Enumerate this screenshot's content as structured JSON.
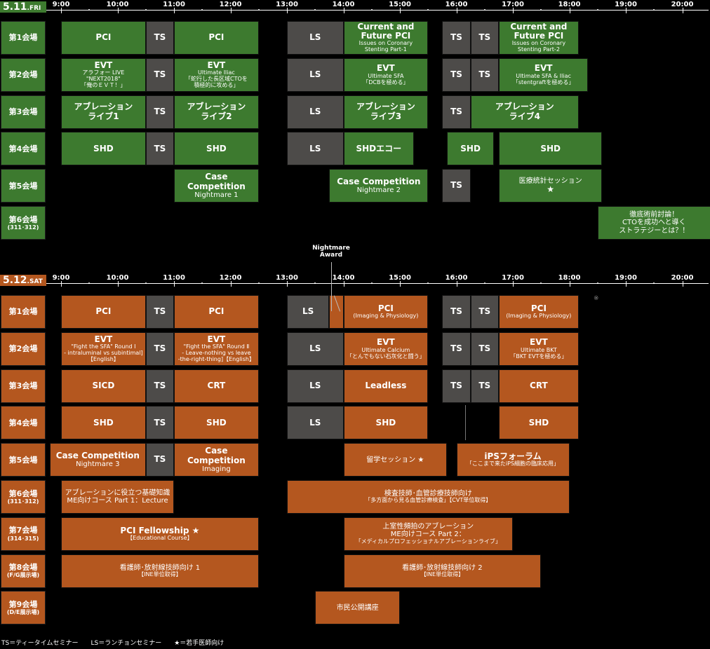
{
  "day1": {
    "date_num": "5.11",
    "date_dow": ".FRI",
    "color": "#3d7a2f",
    "rooms": [
      {
        "name": "第1会場",
        "sub": ""
      },
      {
        "name": "第2会場",
        "sub": ""
      },
      {
        "name": "第3会場",
        "sub": ""
      },
      {
        "name": "第4会場",
        "sub": ""
      },
      {
        "name": "第5会場",
        "sub": ""
      },
      {
        "name": "第6会場",
        "sub": "(311･312)"
      }
    ]
  },
  "day2": {
    "date_num": "5.12",
    "date_dow": ".SAT",
    "color": "#b4571f",
    "rooms": [
      {
        "name": "第1会場",
        "sub": ""
      },
      {
        "name": "第2会場",
        "sub": ""
      },
      {
        "name": "第3会場",
        "sub": ""
      },
      {
        "name": "第4会場",
        "sub": ""
      },
      {
        "name": "第5会場",
        "sub": ""
      },
      {
        "name": "第6会場",
        "sub": "(311･312)"
      },
      {
        "name": "第7会場",
        "sub": "(314･315)"
      },
      {
        "name": "第8会場",
        "sub": "(F/G展示場)"
      },
      {
        "name": "第9会場",
        "sub": "(D/E展示場)"
      }
    ]
  },
  "times": [
    "9:00",
    "10:00",
    "11:00",
    "12:00",
    "13:00",
    "14:00",
    "15:00",
    "16:00",
    "17:00",
    "18:00",
    "19:00",
    "20:00"
  ],
  "nightmare_award": [
    "Nightmare",
    "Award"
  ],
  "note_mark": "※",
  "legend": "TS＝ティータイムセミナー　　LS＝ランチョンセミナー　　★＝若手医師向け",
  "blocks": [
    {
      "day": 1,
      "row": 1,
      "start": "9:00",
      "end": "10:30",
      "kind": "g",
      "lines": [
        [
          "t",
          "PCI"
        ]
      ]
    },
    {
      "day": 1,
      "row": 1,
      "start": "10:30",
      "end": "11:00",
      "kind": "ts",
      "lines": [
        [
          "t",
          "TS"
        ]
      ]
    },
    {
      "day": 1,
      "row": 1,
      "start": "11:00",
      "end": "12:30",
      "kind": "g",
      "lines": [
        [
          "t",
          "PCI"
        ]
      ]
    },
    {
      "day": 1,
      "row": 1,
      "start": "13:00",
      "end": "14:00",
      "kind": "ts",
      "lines": [
        [
          "t",
          "LS"
        ]
      ]
    },
    {
      "day": 1,
      "row": 1,
      "start": "14:00",
      "end": "15:30",
      "kind": "g",
      "lines": [
        [
          "t",
          "Current and"
        ],
        [
          "t",
          "Future PCI"
        ],
        [
          "s",
          "Issues on Coronary"
        ],
        [
          "s",
          "Stenting Part-1"
        ]
      ]
    },
    {
      "day": 1,
      "row": 1,
      "start": "15:45",
      "end": "16:15",
      "kind": "ts",
      "lines": [
        [
          "t",
          "TS"
        ]
      ]
    },
    {
      "day": 1,
      "row": 1,
      "start": "16:15",
      "end": "16:45",
      "kind": "ts",
      "lines": [
        [
          "t",
          "TS"
        ]
      ]
    },
    {
      "day": 1,
      "row": 1,
      "start": "16:45",
      "end": "18:10",
      "kind": "g",
      "lines": [
        [
          "t",
          "Current and"
        ],
        [
          "t",
          "Future PCI"
        ],
        [
          "s",
          "Issues on Coronary"
        ],
        [
          "s",
          "Stenting Part-2"
        ]
      ]
    },
    {
      "day": 1,
      "row": 2,
      "start": "9:00",
      "end": "10:30",
      "kind": "g",
      "lines": [
        [
          "t",
          "EVT"
        ],
        [
          "s",
          "アラフォー LIVE"
        ],
        [
          "s",
          "\"NEXT2018\""
        ],
        [
          "s",
          "「俺のＥＶＴ！」"
        ]
      ]
    },
    {
      "day": 1,
      "row": 2,
      "start": "10:30",
      "end": "11:00",
      "kind": "ts",
      "lines": [
        [
          "t",
          "TS"
        ]
      ]
    },
    {
      "day": 1,
      "row": 2,
      "start": "11:00",
      "end": "12:30",
      "kind": "g",
      "lines": [
        [
          "t",
          "EVT"
        ],
        [
          "s",
          "Ultimate Iliac"
        ],
        [
          "s",
          "「蛇行した長区域CTOを"
        ],
        [
          "s",
          "積極的に攻める」"
        ]
      ]
    },
    {
      "day": 1,
      "row": 2,
      "start": "13:00",
      "end": "14:00",
      "kind": "ts",
      "lines": [
        [
          "t",
          "LS"
        ]
      ]
    },
    {
      "day": 1,
      "row": 2,
      "start": "14:00",
      "end": "15:30",
      "kind": "g",
      "lines": [
        [
          "t",
          "EVT"
        ],
        [
          "s",
          "Ultimate SFA"
        ],
        [
          "s",
          "「DCBを極める」"
        ]
      ]
    },
    {
      "day": 1,
      "row": 2,
      "start": "15:45",
      "end": "16:15",
      "kind": "ts",
      "lines": [
        [
          "t",
          "TS"
        ]
      ]
    },
    {
      "day": 1,
      "row": 2,
      "start": "16:15",
      "end": "16:45",
      "kind": "ts",
      "lines": [
        [
          "t",
          "TS"
        ]
      ]
    },
    {
      "day": 1,
      "row": 2,
      "start": "16:45",
      "end": "18:20",
      "kind": "g",
      "lines": [
        [
          "t",
          "EVT"
        ],
        [
          "s",
          "Ultimate SFA & Iliac"
        ],
        [
          "s",
          "「stentgraftを極める」"
        ]
      ]
    },
    {
      "day": 1,
      "row": 3,
      "start": "9:00",
      "end": "10:30",
      "kind": "g",
      "lines": [
        [
          "t",
          "アブレーション"
        ],
        [
          "t",
          "ライブ1"
        ]
      ]
    },
    {
      "day": 1,
      "row": 3,
      "start": "10:30",
      "end": "11:00",
      "kind": "ts",
      "lines": [
        [
          "t",
          "TS"
        ]
      ]
    },
    {
      "day": 1,
      "row": 3,
      "start": "11:00",
      "end": "12:30",
      "kind": "g",
      "lines": [
        [
          "t",
          "アブレーション"
        ],
        [
          "t",
          "ライブ2"
        ]
      ]
    },
    {
      "day": 1,
      "row": 3,
      "start": "13:00",
      "end": "14:00",
      "kind": "ts",
      "lines": [
        [
          "t",
          "LS"
        ]
      ]
    },
    {
      "day": 1,
      "row": 3,
      "start": "14:00",
      "end": "15:30",
      "kind": "g",
      "lines": [
        [
          "t",
          "アブレーション"
        ],
        [
          "t",
          "ライブ3"
        ]
      ]
    },
    {
      "day": 1,
      "row": 3,
      "start": "15:45",
      "end": "16:15",
      "kind": "ts",
      "lines": [
        [
          "t",
          "TS"
        ]
      ]
    },
    {
      "day": 1,
      "row": 3,
      "start": "16:15",
      "end": "18:10",
      "kind": "g",
      "lines": [
        [
          "t",
          "アブレーション"
        ],
        [
          "t",
          "ライブ4"
        ]
      ]
    },
    {
      "day": 1,
      "row": 4,
      "start": "9:00",
      "end": "10:30",
      "kind": "g",
      "lines": [
        [
          "t",
          "SHD"
        ]
      ]
    },
    {
      "day": 1,
      "row": 4,
      "start": "10:30",
      "end": "11:00",
      "kind": "ts",
      "lines": [
        [
          "t",
          "TS"
        ]
      ]
    },
    {
      "day": 1,
      "row": 4,
      "start": "11:00",
      "end": "12:30",
      "kind": "g",
      "lines": [
        [
          "t",
          "SHD"
        ]
      ]
    },
    {
      "day": 1,
      "row": 4,
      "start": "13:00",
      "end": "14:00",
      "kind": "ts",
      "lines": [
        [
          "t",
          "LS"
        ]
      ]
    },
    {
      "day": 1,
      "row": 4,
      "start": "14:00",
      "end": "15:15",
      "kind": "g",
      "lines": [
        [
          "t",
          "SHDエコー"
        ]
      ]
    },
    {
      "day": 1,
      "row": 4,
      "start": "15:50",
      "end": "16:40",
      "kind": "g",
      "lines": [
        [
          "t",
          "SHD"
        ]
      ]
    },
    {
      "day": 1,
      "row": 4,
      "start": "16:45",
      "end": "18:35",
      "kind": "g",
      "lines": [
        [
          "t",
          "SHD"
        ]
      ]
    },
    {
      "day": 1,
      "row": 5,
      "start": "11:00",
      "end": "12:30",
      "kind": "g",
      "lines": [
        [
          "t",
          "Case Competition"
        ],
        [
          "m",
          "Nightmare 1"
        ]
      ]
    },
    {
      "day": 1,
      "row": 5,
      "start": "13:45",
      "end": "15:30",
      "kind": "g",
      "lines": [
        [
          "t",
          "Case Competition"
        ],
        [
          "m",
          "Nightmare 2"
        ]
      ]
    },
    {
      "day": 1,
      "row": 5,
      "start": "15:45",
      "end": "16:15",
      "kind": "ts",
      "lines": [
        [
          "t",
          "TS"
        ]
      ]
    },
    {
      "day": 1,
      "row": 5,
      "start": "16:45",
      "end": "18:35",
      "kind": "g",
      "lines": [
        [
          "m",
          "医療統計セッション"
        ],
        [
          "t",
          "★"
        ]
      ]
    },
    {
      "day": 1,
      "row": 6,
      "start": "18:30",
      "end": "20:30",
      "kind": "g",
      "lines": [
        [
          "m",
          "徹底術前討論！"
        ],
        [
          "m",
          "CTOを成功へと導く"
        ],
        [
          "m",
          "ストラテジーとは？！"
        ]
      ]
    },
    {
      "day": 2,
      "row": 1,
      "start": "9:00",
      "end": "10:30",
      "kind": "o",
      "lines": [
        [
          "t",
          "PCI"
        ]
      ]
    },
    {
      "day": 2,
      "row": 1,
      "start": "10:30",
      "end": "11:00",
      "kind": "ts",
      "lines": [
        [
          "t",
          "TS"
        ]
      ]
    },
    {
      "day": 2,
      "row": 1,
      "start": "11:00",
      "end": "12:30",
      "kind": "o",
      "lines": [
        [
          "t",
          "PCI"
        ]
      ]
    },
    {
      "day": 2,
      "row": 1,
      "start": "13:00",
      "end": "13:45",
      "kind": "ts",
      "lines": [
        [
          "t",
          "LS"
        ]
      ]
    },
    {
      "day": 2,
      "row": 1,
      "start": "13:45",
      "end": "14:00",
      "kind": "o",
      "lines": []
    },
    {
      "day": 2,
      "row": 1,
      "start": "14:00",
      "end": "15:30",
      "kind": "o",
      "lines": [
        [
          "t",
          "PCI"
        ],
        [
          "s",
          "(Imaging & Physiology)"
        ]
      ]
    },
    {
      "day": 2,
      "row": 1,
      "start": "15:45",
      "end": "16:15",
      "kind": "ts",
      "lines": [
        [
          "t",
          "TS"
        ]
      ]
    },
    {
      "day": 2,
      "row": 1,
      "start": "16:15",
      "end": "16:45",
      "kind": "ts",
      "lines": [
        [
          "t",
          "TS"
        ]
      ]
    },
    {
      "day": 2,
      "row": 1,
      "start": "16:45",
      "end": "18:10",
      "kind": "o",
      "lines": [
        [
          "t",
          "PCI"
        ],
        [
          "s",
          "(Imaging & Physiology)"
        ]
      ]
    },
    {
      "day": 2,
      "row": 2,
      "start": "9:00",
      "end": "10:30",
      "kind": "o",
      "lines": [
        [
          "t",
          "EVT"
        ],
        [
          "s",
          "\"Fight the SFA\" Round Ⅰ"
        ],
        [
          "s",
          "- intraluminal vs subintimal]"
        ],
        [
          "s",
          "【English】"
        ]
      ]
    },
    {
      "day": 2,
      "row": 2,
      "start": "10:30",
      "end": "11:00",
      "kind": "ts",
      "lines": [
        [
          "t",
          "TS"
        ]
      ]
    },
    {
      "day": 2,
      "row": 2,
      "start": "11:00",
      "end": "12:30",
      "kind": "o",
      "lines": [
        [
          "t",
          "EVT"
        ],
        [
          "s",
          "\"Fight the SFA\" Round Ⅱ"
        ],
        [
          "s",
          "- Leave-nothing vs leave"
        ],
        [
          "s",
          "-the-right-thing]【English】"
        ]
      ]
    },
    {
      "day": 2,
      "row": 2,
      "start": "13:00",
      "end": "14:00",
      "kind": "ts",
      "lines": [
        [
          "t",
          "LS"
        ]
      ]
    },
    {
      "day": 2,
      "row": 2,
      "start": "14:00",
      "end": "15:30",
      "kind": "o",
      "lines": [
        [
          "t",
          "EVT"
        ],
        [
          "s",
          "Ultimate Calcium"
        ],
        [
          "s",
          "「とんでもない石灰化と闘う」"
        ]
      ]
    },
    {
      "day": 2,
      "row": 2,
      "start": "15:45",
      "end": "16:15",
      "kind": "ts",
      "lines": [
        [
          "t",
          "TS"
        ]
      ]
    },
    {
      "day": 2,
      "row": 2,
      "start": "16:15",
      "end": "16:45",
      "kind": "ts",
      "lines": [
        [
          "t",
          "TS"
        ]
      ]
    },
    {
      "day": 2,
      "row": 2,
      "start": "16:45",
      "end": "18:10",
      "kind": "o",
      "lines": [
        [
          "t",
          "EVT"
        ],
        [
          "s",
          "Ultimate BKT"
        ],
        [
          "s",
          "「BKT EVTを極める」"
        ]
      ]
    },
    {
      "day": 2,
      "row": 3,
      "start": "9:00",
      "end": "10:30",
      "kind": "o",
      "lines": [
        [
          "t",
          "SICD"
        ]
      ]
    },
    {
      "day": 2,
      "row": 3,
      "start": "10:30",
      "end": "11:00",
      "kind": "ts",
      "lines": [
        [
          "t",
          "TS"
        ]
      ]
    },
    {
      "day": 2,
      "row": 3,
      "start": "11:00",
      "end": "12:30",
      "kind": "o",
      "lines": [
        [
          "t",
          "CRT"
        ]
      ]
    },
    {
      "day": 2,
      "row": 3,
      "start": "13:00",
      "end": "14:00",
      "kind": "ts",
      "lines": [
        [
          "t",
          "LS"
        ]
      ]
    },
    {
      "day": 2,
      "row": 3,
      "start": "14:00",
      "end": "15:30",
      "kind": "o",
      "lines": [
        [
          "t",
          "Leadless"
        ]
      ]
    },
    {
      "day": 2,
      "row": 3,
      "start": "15:45",
      "end": "16:15",
      "kind": "ts",
      "lines": [
        [
          "t",
          "TS"
        ]
      ]
    },
    {
      "day": 2,
      "row": 3,
      "start": "16:15",
      "end": "16:45",
      "kind": "ts",
      "lines": [
        [
          "t",
          "TS"
        ]
      ]
    },
    {
      "day": 2,
      "row": 3,
      "start": "16:45",
      "end": "18:10",
      "kind": "o",
      "lines": [
        [
          "t",
          "CRT"
        ]
      ]
    },
    {
      "day": 2,
      "row": 4,
      "start": "9:00",
      "end": "10:30",
      "kind": "o",
      "lines": [
        [
          "t",
          "SHD"
        ]
      ]
    },
    {
      "day": 2,
      "row": 4,
      "start": "10:30",
      "end": "11:00",
      "kind": "ts",
      "lines": [
        [
          "t",
          "TS"
        ]
      ]
    },
    {
      "day": 2,
      "row": 4,
      "start": "11:00",
      "end": "12:30",
      "kind": "o",
      "lines": [
        [
          "t",
          "SHD"
        ]
      ]
    },
    {
      "day": 2,
      "row": 4,
      "start": "13:00",
      "end": "14:00",
      "kind": "ts",
      "lines": [
        [
          "t",
          "LS"
        ]
      ]
    },
    {
      "day": 2,
      "row": 4,
      "start": "14:00",
      "end": "15:30",
      "kind": "o",
      "lines": [
        [
          "t",
          "SHD"
        ]
      ]
    },
    {
      "day": 2,
      "row": 4,
      "start": "16:45",
      "end": "18:10",
      "kind": "o",
      "lines": [
        [
          "t",
          "SHD"
        ]
      ]
    },
    {
      "day": 2,
      "row": 5,
      "start": "8:48",
      "end": "10:30",
      "kind": "o",
      "lines": [
        [
          "t",
          "Case Competition"
        ],
        [
          "m",
          "Nightmare 3"
        ]
      ]
    },
    {
      "day": 2,
      "row": 5,
      "start": "10:30",
      "end": "11:00",
      "kind": "ts",
      "lines": [
        [
          "t",
          "TS"
        ]
      ]
    },
    {
      "day": 2,
      "row": 5,
      "start": "11:00",
      "end": "12:30",
      "kind": "o",
      "lines": [
        [
          "t",
          "Case Competition"
        ],
        [
          "m",
          "Imaging"
        ]
      ]
    },
    {
      "day": 2,
      "row": 5,
      "start": "14:00",
      "end": "15:50",
      "kind": "o",
      "lines": [
        [
          "m",
          "留学セッション ★"
        ]
      ]
    },
    {
      "day": 2,
      "row": 5,
      "start": "16:00",
      "end": "18:00",
      "kind": "o",
      "lines": [
        [
          "t",
          "iPSフォーラム"
        ],
        [
          "s",
          "「ここまで来たiPS細胞の臨床応用」"
        ]
      ]
    },
    {
      "day": 2,
      "row": 6,
      "start": "9:00",
      "end": "11:00",
      "kind": "o",
      "lines": [
        [
          "m",
          "アブレーションに役立つ基礎知識"
        ],
        [
          "m",
          "ME向けコース Part 1：Lecture"
        ]
      ]
    },
    {
      "day": 2,
      "row": 6,
      "start": "13:00",
      "end": "18:00",
      "kind": "o",
      "lines": [
        [
          "m",
          "検査技師･血管診療技師向け"
        ],
        [
          "s",
          "「多方面から見る血管診療検査」【CVT単位取得】"
        ]
      ]
    },
    {
      "day": 2,
      "row": 7,
      "start": "9:00",
      "end": "12:30",
      "kind": "o",
      "lines": [
        [
          "t",
          "PCI Fellowship ★"
        ],
        [
          "s",
          "【Educational Course】"
        ]
      ]
    },
    {
      "day": 2,
      "row": 7,
      "start": "14:00",
      "end": "17:00",
      "kind": "o",
      "lines": [
        [
          "m",
          "上室性頻拍のアブレーション"
        ],
        [
          "m",
          "ME向けコース Part 2："
        ],
        [
          "s",
          "「メディカルプロフェッショナルアブレーションライブ」"
        ]
      ]
    },
    {
      "day": 2,
      "row": 8,
      "start": "9:00",
      "end": "12:30",
      "kind": "o",
      "lines": [
        [
          "m",
          "看護師･放射線技師向け 1"
        ],
        [
          "s",
          "【INE単位取得】"
        ]
      ]
    },
    {
      "day": 2,
      "row": 8,
      "start": "14:00",
      "end": "17:30",
      "kind": "o",
      "lines": [
        [
          "m",
          "看護師･放射線技師向け 2"
        ],
        [
          "s",
          "【INE単位取得】"
        ]
      ]
    },
    {
      "day": 2,
      "row": 9,
      "start": "13:30",
      "end": "15:00",
      "kind": "o",
      "lines": [
        [
          "m",
          "市民公開講座"
        ]
      ]
    }
  ]
}
